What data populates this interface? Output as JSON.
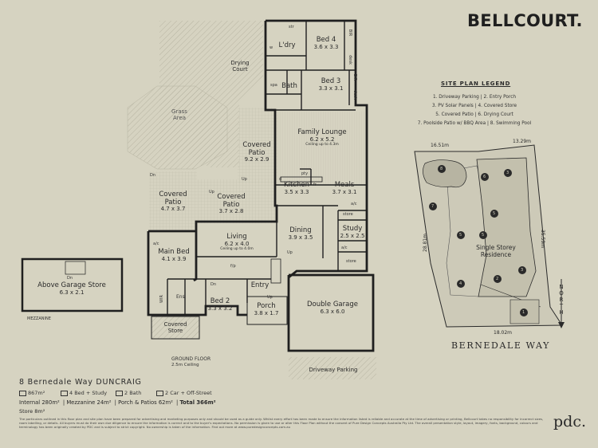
{
  "brand": "BELLCOURT.",
  "legend": {
    "title": "SITE PLAN LEGEND",
    "rows": [
      "1. Driveway Parking  |  2. Entry Porch",
      "3. PV Solar Panels  |  4. Covered Store",
      "5. Covered Patio  |  6. Drying Court",
      "7. Poolside Patio w/ BBQ Area  |  8. Swimming Pool"
    ]
  },
  "site_plan": {
    "dim_top_left": "16.51m",
    "dim_top_right": "13.29m",
    "dim_right": "35.59m",
    "dim_left": "28.81m",
    "dim_bottom": "18.02m",
    "residence": "Single Storey Residence",
    "north": "NORTH",
    "street": "BERNEDALE WAY",
    "markers": [
      "1",
      "2",
      "3",
      "3",
      "4",
      "5",
      "5",
      "5",
      "6",
      "7",
      "8"
    ]
  },
  "rooms": {
    "bed4": {
      "name": "Bed 4",
      "dim": "3.6 x 3.3"
    },
    "ldry": {
      "name": "L'dry"
    },
    "bath": {
      "name": "Bath"
    },
    "bed3": {
      "name": "Bed 3",
      "dim": "3.3 x 3.1"
    },
    "drying": {
      "name": "Drying Court"
    },
    "grass": {
      "name": "Grass Area"
    },
    "lounge": {
      "name": "Family Lounge",
      "dim": "6.2 x 5.2",
      "note": "Ceiling up to 4.3m"
    },
    "patio1": {
      "name": "Covered Patio",
      "dim": "9.2 x 2.9"
    },
    "kitchen": {
      "name": "Kitchen",
      "dim": "3.5 x 3.3"
    },
    "meals": {
      "name": "Meals",
      "dim": "3.7 x 3.1"
    },
    "patio2": {
      "name": "Covered Patio",
      "dim": "4.7 x 3.7"
    },
    "patio3": {
      "name": "Covered Patio",
      "dim": "3.7 x 2.8"
    },
    "dining": {
      "name": "Dining",
      "dim": "3.9 x 3.5"
    },
    "study": {
      "name": "Study",
      "dim": "2.5 x 2.5"
    },
    "living": {
      "name": "Living",
      "dim": "6.2 x 4.0",
      "note": "Ceiling up to 4.0m"
    },
    "mainbed": {
      "name": "Main Bed",
      "dim": "4.1 x 3.9"
    },
    "entry": {
      "name": "Entry"
    },
    "bed2": {
      "name": "Bed 2",
      "dim": "3.3 x 3.2"
    },
    "porch": {
      "name": "Porch",
      "dim": "3.8 x 1.7"
    },
    "garage": {
      "name": "Double Garage",
      "dim": "6.3 x 6.0"
    },
    "covstore": {
      "name": "Covered Store"
    },
    "drivepark": {
      "name": "Driveway Parking"
    },
    "above": {
      "name": "Above Garage Store",
      "dim": "6.3 x 2.1"
    }
  },
  "small_labels": {
    "str": "str",
    "wir": "WIR",
    "bir": "BIR",
    "desk": "desk",
    "spa": "spa",
    "w": "w",
    "pty": "pty",
    "fr": "fr",
    "d": "d",
    "ac": "a/c",
    "store": "store",
    "ens": "Ens",
    "fp": "f/p",
    "dn": "Dn",
    "up": "Up"
  },
  "ground_floor": "GROUND FLOOR",
  "ground_ceiling": "2.5m Ceiling",
  "mezzanine": "MEZZANINE",
  "address": "8 Bernedale Way DUNCRAIG",
  "stats": [
    "867m²",
    "4 Bed + Study",
    "2 Bath",
    "2 Car + Off-Street"
  ],
  "areas": [
    "Internal 280m²",
    "Mezzanine 24m²",
    "Porch & Patios 62m²",
    "Total 366m²"
  ],
  "store_area": "Store 8m²",
  "disclaimer": "The particulars outlined in this floor plan and site plan have been prepared for advertising and marketing purposes only and should be used as a guide only. Whilst every effort has been made to ensure the information listed is reliable and accurate at the time of advertising or printing, Bellcourt takes no responsibility for incorrect sizes, room labelling, or details. All buyers must do their own due diligence to ensure the information is correct and to the buyer's expectations. No permission is given to use or alter this Floor Plan without the consent of Pure Design Concepts Australia Pty Ltd. The overall presentation style, layout, imagery, fonts, background, colours and terminology has been originally created by PDC and is subject to strict copyright. No ownership is taken of the information. Find out more at www.puredesignconcepts.com.au",
  "pdc": "pdc."
}
